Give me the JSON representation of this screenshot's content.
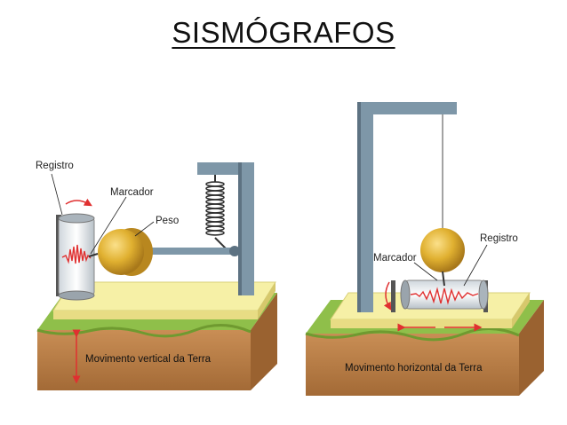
{
  "title": "SISMÓGRAFOS",
  "left_device": {
    "label_registro": "Registro",
    "label_marcador": "Marcador",
    "label_peso": "Peso",
    "ground_label": "Movimento vertical da Terra"
  },
  "right_device": {
    "label_registro": "Registro",
    "label_marcador": "Marcador",
    "ground_label": "Movimento horizontal da Terra"
  },
  "colors": {
    "frame": "#7e97a8",
    "frame_dark": "#5d7282",
    "weight": "#e0b030",
    "platform": "#f6f0a6",
    "soil": "#b87c45",
    "grass": "#8fbf4a",
    "trace": "#e03030",
    "arrow": "#e03030"
  }
}
